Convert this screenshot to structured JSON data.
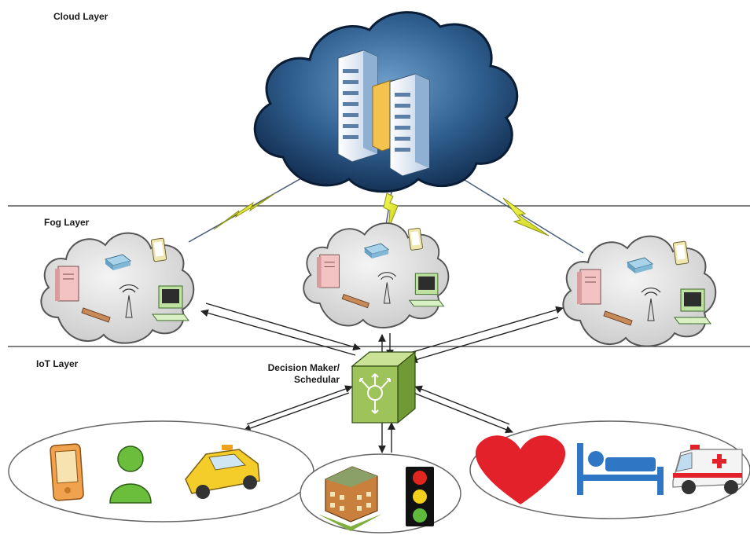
{
  "layers": {
    "cloud": "Cloud Layer",
    "fog": "Fog Layer",
    "iot": "IoT Layer"
  },
  "decision_maker": {
    "line1": "Decision Maker/",
    "line2": "Schedular"
  },
  "icons": {
    "cloud": "datacenter-cloud-icon",
    "fog_cluster": "fog-node-cluster-icon",
    "scheduler": "decision-maker-router-icon",
    "groups": [
      [
        "mobile-phone-icon",
        "user-icon",
        "taxi-icon"
      ],
      [
        "building-icon",
        "traffic-light-icon"
      ],
      [
        "heart-icon",
        "hospital-bed-icon",
        "ambulance-icon"
      ]
    ]
  },
  "colors": {
    "cloud_dark": "#173a60",
    "cloud_light": "#4f86b8",
    "fog_cloud": "#e2e2e2",
    "lightning": "#e8ef2a",
    "scheduler": "#9dc35a",
    "heart": "#e3212a",
    "bed": "#2f76c4"
  }
}
